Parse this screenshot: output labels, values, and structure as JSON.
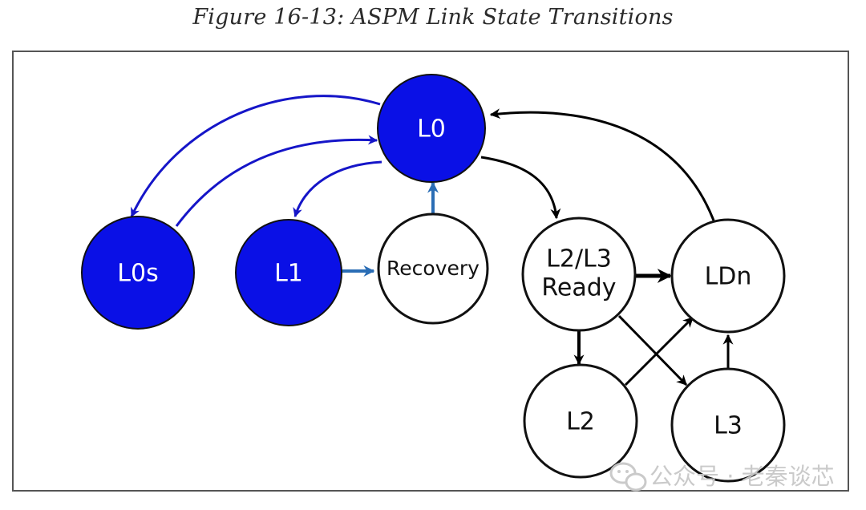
{
  "figure": {
    "caption": "Figure 16-13: ASPM Link State Transitions"
  },
  "states": {
    "L0": {
      "label": "L0",
      "fill": "#0a10e6"
    },
    "L0s": {
      "label": "L0s",
      "fill": "#0a10e6"
    },
    "L1": {
      "label": "L1",
      "fill": "#0a10e6"
    },
    "Recovery": {
      "label": "Recovery",
      "fill": "#ffffff"
    },
    "L2L3Ready": {
      "line1": "L2/L3",
      "line2": "Ready",
      "fill": "#ffffff"
    },
    "LDn": {
      "label": "LDn",
      "fill": "#ffffff"
    },
    "L2": {
      "label": "L2",
      "fill": "#ffffff"
    },
    "L3": {
      "label": "L3",
      "fill": "#ffffff"
    }
  },
  "colors": {
    "aspm_transition": "#1515c8",
    "recovery_transition": "#2a6db5",
    "power_transition": "#000000",
    "frame": "#555555"
  },
  "watermark": {
    "text": "公众号 · 老秦谈芯",
    "icon": "wechat-icon"
  }
}
